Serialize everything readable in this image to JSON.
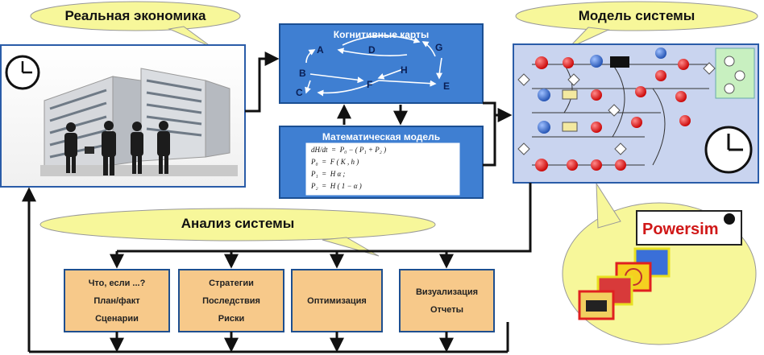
{
  "bubbles": {
    "real_economy": "Реальная экономика",
    "system_model": "Модель системы",
    "system_analysis": "Анализ системы"
  },
  "cognitive": {
    "title": "Когнитивные карты",
    "nodes": [
      "A",
      "D",
      "G",
      "B",
      "H",
      "C",
      "F",
      "E"
    ]
  },
  "math": {
    "title": "Математическая модель",
    "formulas": [
      "dH/dt  =  P₀ − ( P₁ + P₂ )",
      "P₀  =  F ( K , h )",
      "P₁  =  H α ;",
      "P₂  =  H ( 1 − α )"
    ]
  },
  "analysis_boxes": [
    {
      "lines": [
        "Что, если ...?",
        "План/факт",
        "Сценарии"
      ]
    },
    {
      "lines": [
        "Стратегии",
        "Последствия",
        "Риски"
      ]
    },
    {
      "lines": [
        "Оптимизация"
      ]
    },
    {
      "lines": [
        "Визуализация",
        "Отчеты"
      ]
    }
  ],
  "powersim_logo": "Powersim",
  "colors": {
    "bubble": "#f7f79a",
    "blue_box": "#3b7bd0",
    "orange_box": "#f7c98a",
    "arrow": "#111111",
    "model_bg": "#c9d4ef"
  }
}
